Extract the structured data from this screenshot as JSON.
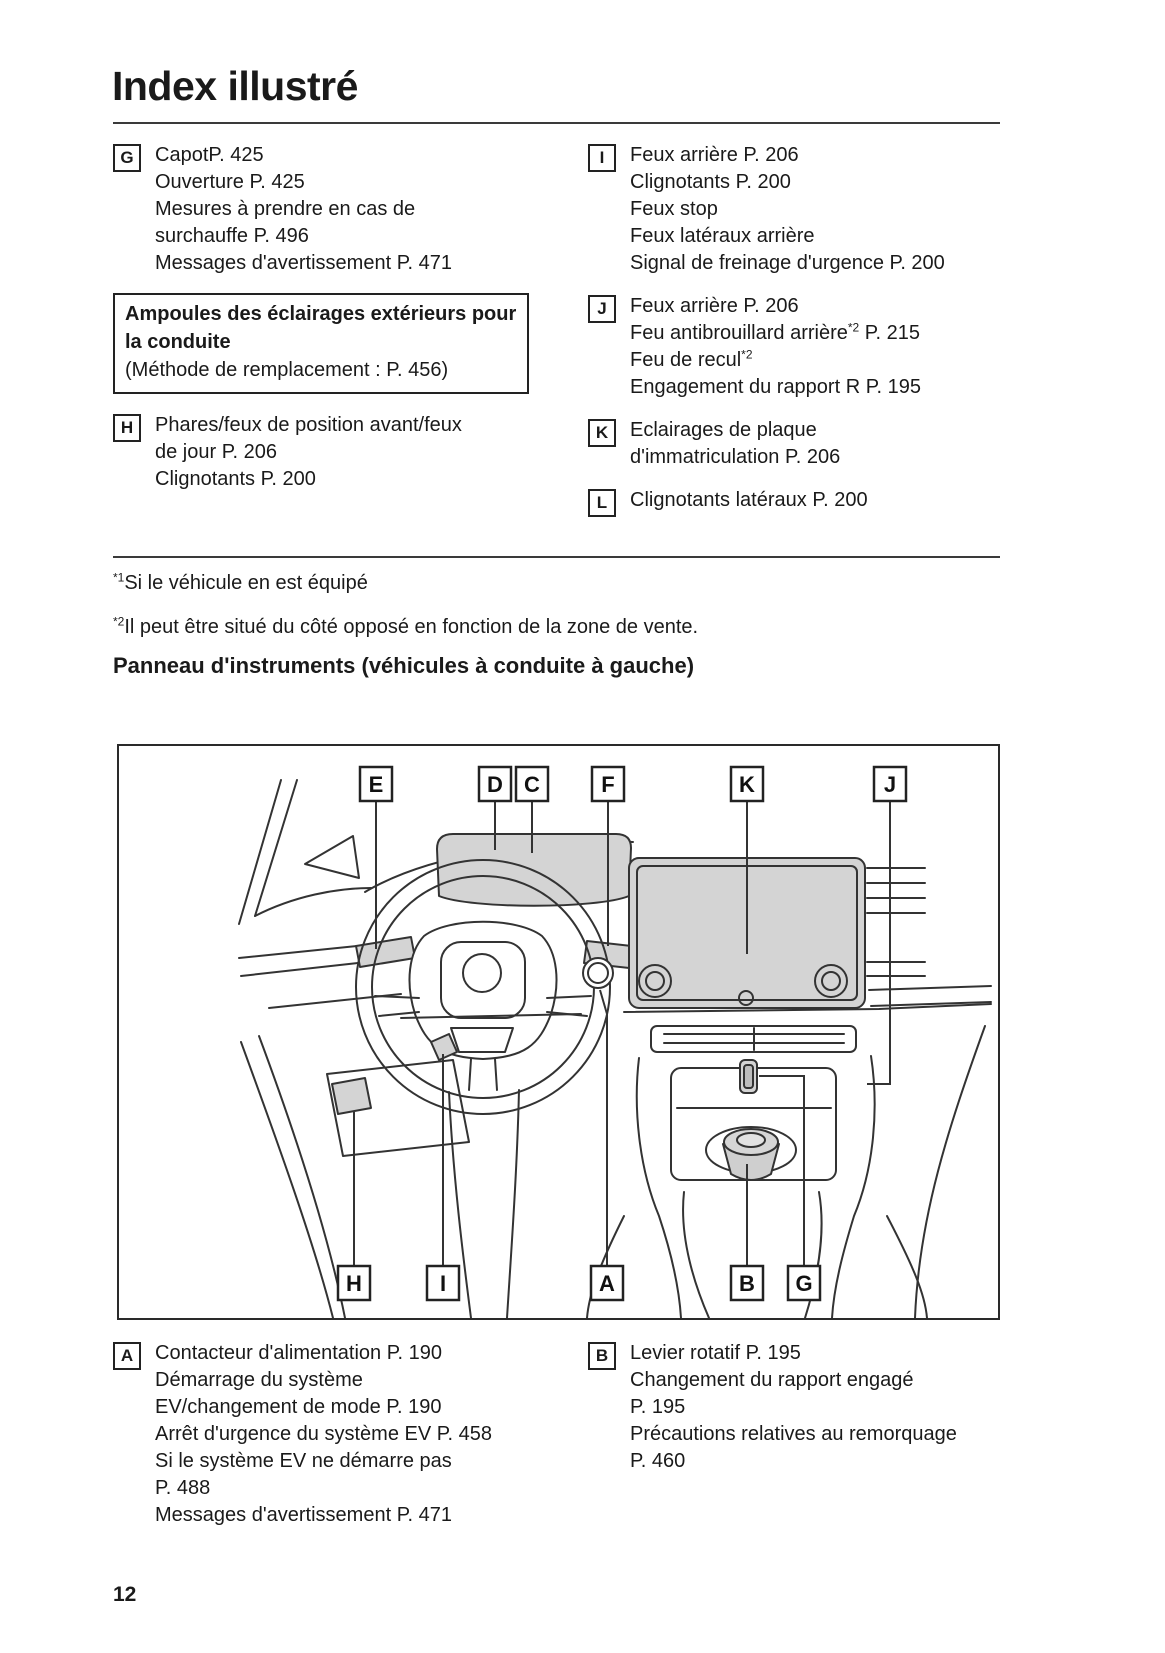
{
  "page": {
    "title": "Index illustré",
    "number": "12"
  },
  "colors": {
    "line": "#333333",
    "gray_fill": "#d4d4d4",
    "text": "#1a1a1a"
  },
  "columns": {
    "left": [
      {
        "type": "item",
        "letter": "G",
        "lines": [
          "CapotP. 425",
          "Ouverture P. 425",
          "Mesures à prendre en cas de",
          "surchauffe P. 496",
          "Messages d'avertissement P. 471"
        ]
      },
      {
        "type": "box",
        "bold_lines": [
          "Ampoules des éclairages extérieurs pour",
          "la conduite"
        ],
        "normal_lines": [
          "(Méthode de remplacement : P. 456)"
        ]
      },
      {
        "type": "item",
        "letter": "H",
        "lines": [
          "Phares/feux de position avant/feux",
          "de jour P. 206",
          "Clignotants P. 200"
        ]
      }
    ],
    "right": [
      {
        "type": "item",
        "letter": "I",
        "lines": [
          "Feux arrière P. 206",
          "Clignotants P. 200",
          "Feux stop",
          "Feux latéraux arrière",
          "Signal de freinage d'urgence P. 200"
        ]
      },
      {
        "type": "item",
        "letter": "J",
        "lines": [
          "Feux arrière P. 206",
          "Feu antibrouillard arrière*2 P. 215",
          "Feu de recul*2",
          "Engagement du rapport R P. 195"
        ]
      },
      {
        "type": "item",
        "letter": "K",
        "lines": [
          "Eclairages de plaque",
          "d'immatriculation P. 206"
        ]
      },
      {
        "type": "item",
        "letter": "L",
        "lines": [
          "Clignotants latéraux P. 200"
        ]
      }
    ]
  },
  "footnotes": [
    "*1Si le véhicule en est équipé",
    "*2Il peut être situé du côté opposé en fonction de la zone de vente."
  ],
  "diagram": {
    "heading": "Panneau d'instruments (véhicules à conduite à gauche)",
    "top_labels": [
      "E",
      "D",
      "C",
      "F",
      "K",
      "J"
    ],
    "bottom_labels": [
      "H",
      "I",
      "A",
      "B",
      "G"
    ]
  },
  "bottom": {
    "left": [
      {
        "type": "item",
        "letter": "A",
        "lines": [
          "Contacteur d'alimentation P. 190",
          "Démarrage du système",
          "EV/changement de mode P. 190",
          "Arrêt d'urgence du système EV P. 458",
          "Si le système EV ne démarre pas",
          "P. 488",
          "Messages d'avertissement P. 471"
        ]
      }
    ],
    "right": [
      {
        "type": "item",
        "letter": "B",
        "lines": [
          "Levier rotatif P. 195",
          "Changement du rapport engagé",
          "P. 195",
          "Précautions relatives au remorquage",
          "P. 460"
        ]
      }
    ]
  }
}
